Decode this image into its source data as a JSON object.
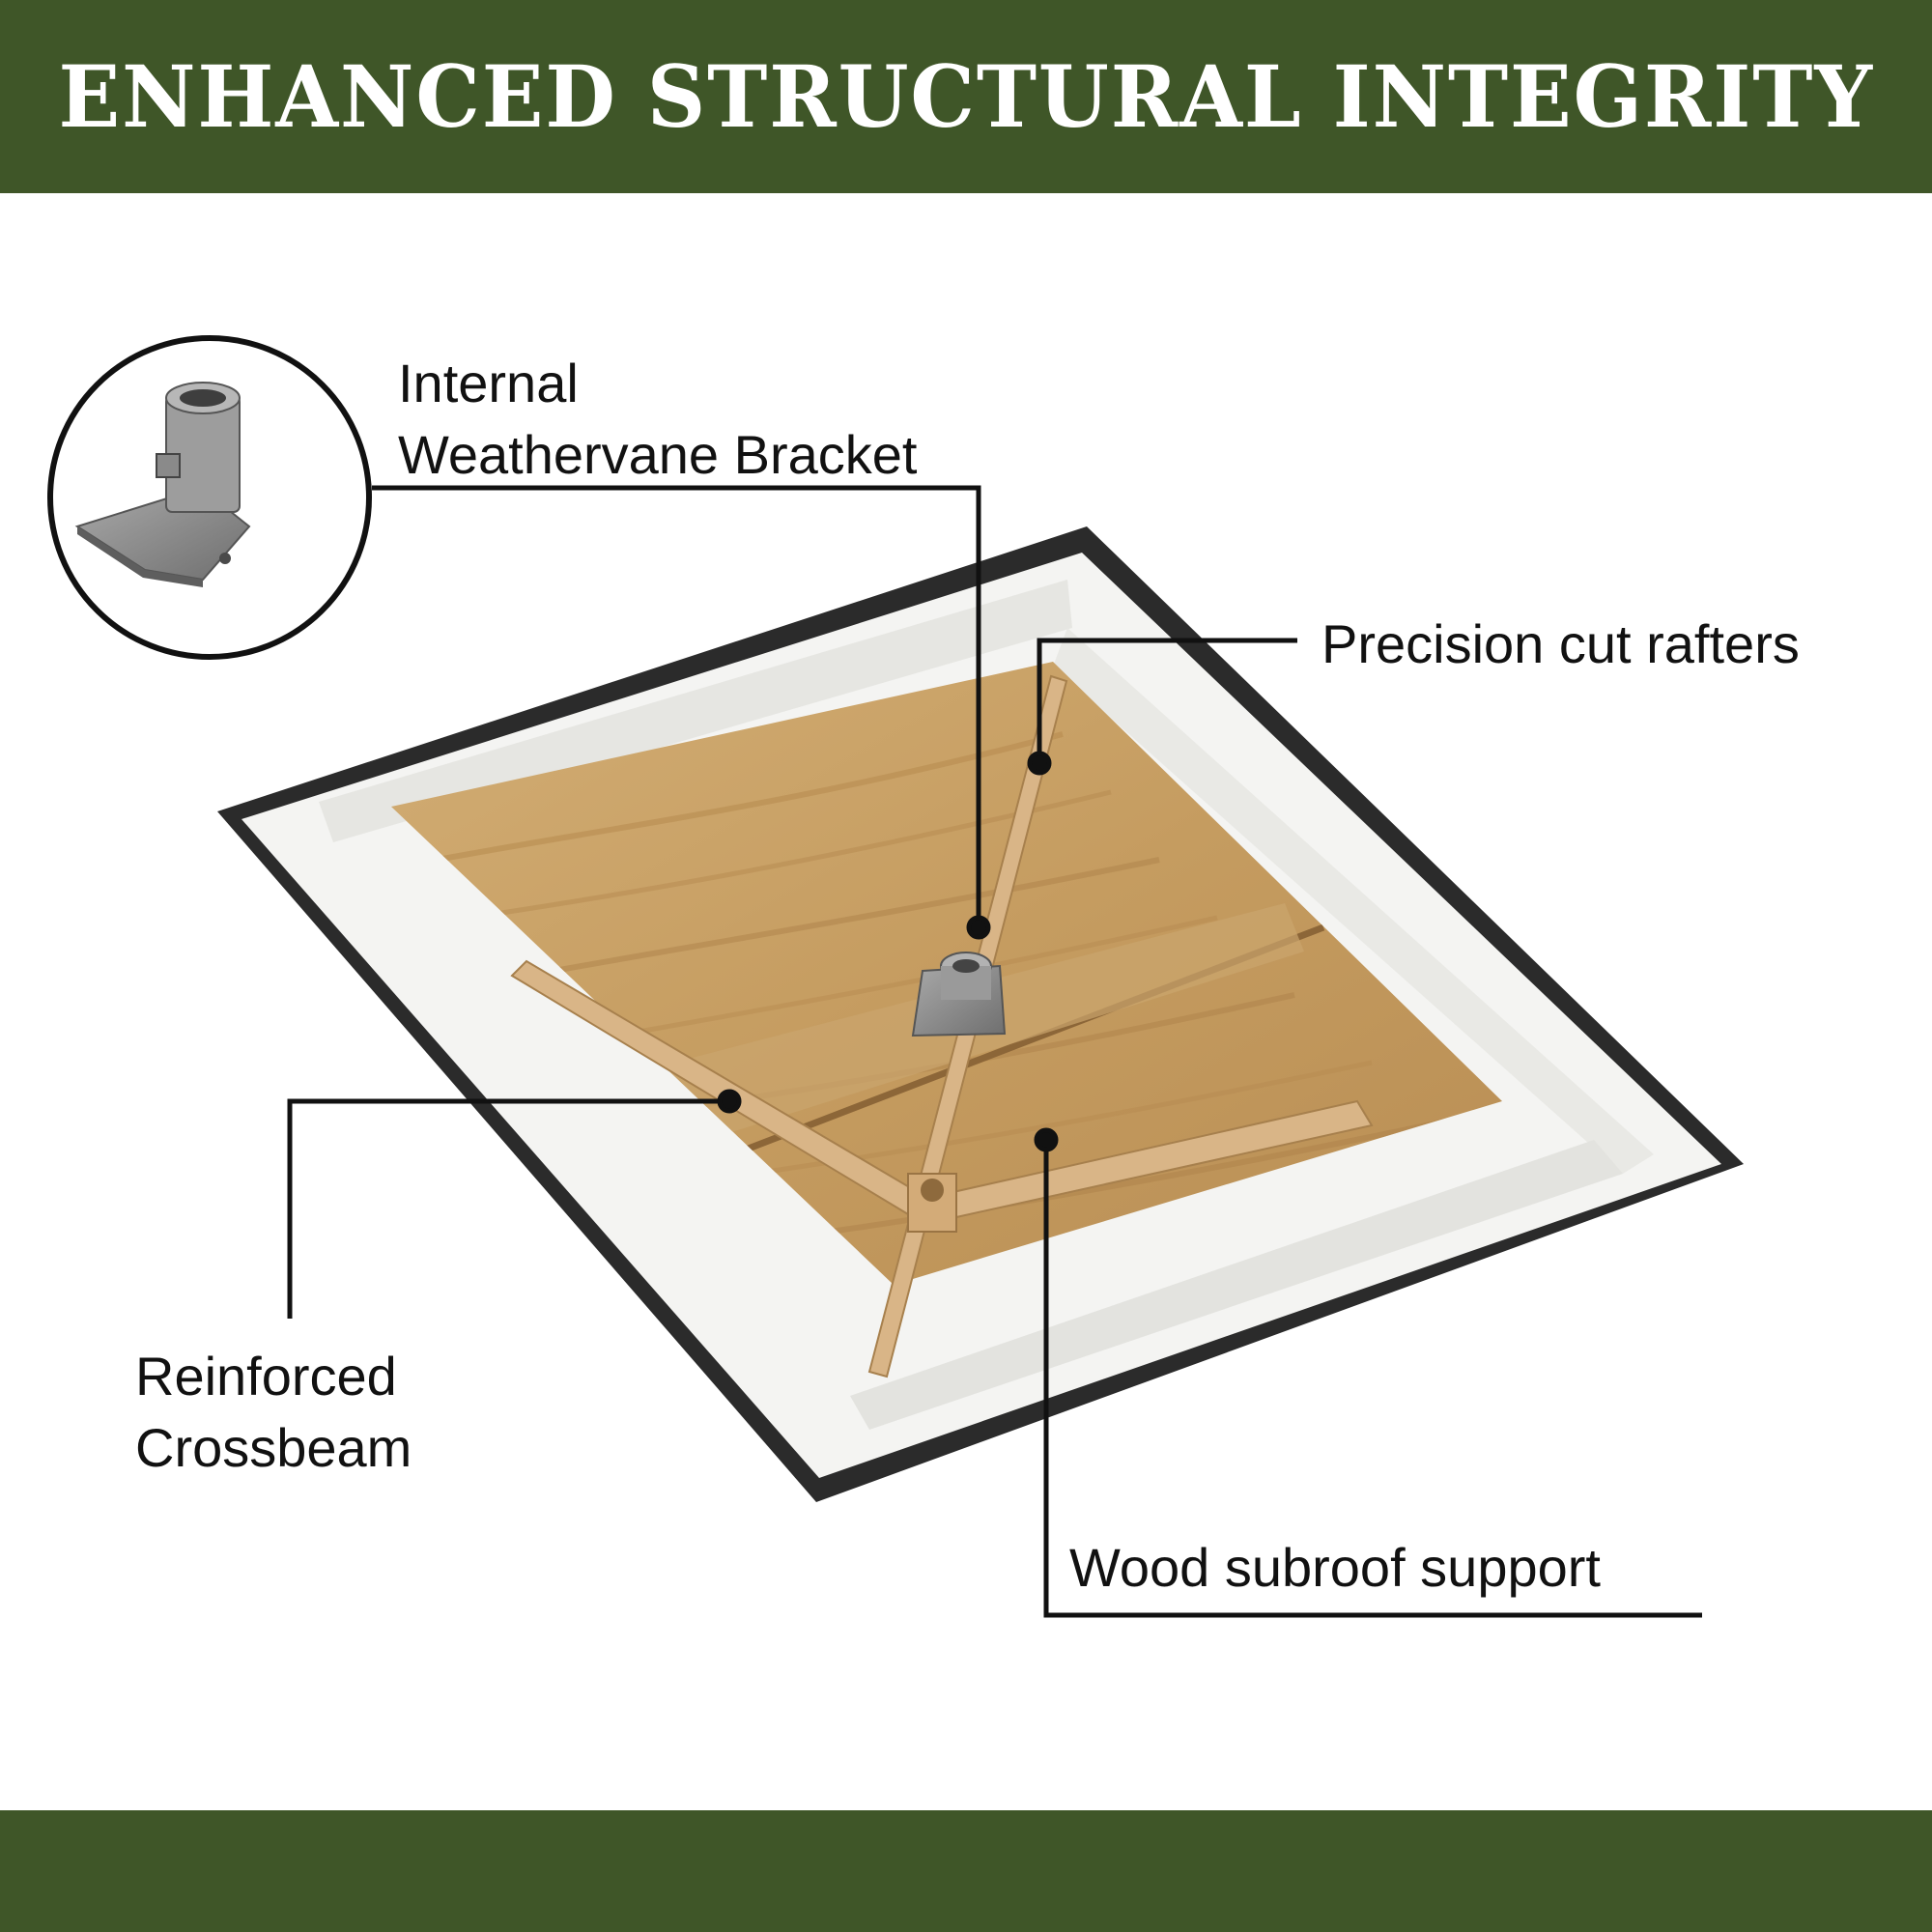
{
  "header": {
    "title": "ENHANCED STRUCTURAL INTEGRITY"
  },
  "callouts": {
    "weathervane_bracket": {
      "line1": "Internal",
      "line2": "Weathervane Bracket"
    },
    "rafters": {
      "label": "Precision cut rafters"
    },
    "crossbeam": {
      "line1": "Reinforced",
      "line2": "Crossbeam"
    },
    "subroof": {
      "label": "Wood subroof support"
    }
  },
  "colors": {
    "banner_green": "#3f5628",
    "frame_black": "#2b2b2b",
    "trim_white": "#f4f4f2",
    "plywood": "#c9a36b",
    "rafter_wood": "#d9b587",
    "bracket_metal": "#8c8c8c"
  },
  "icons": [
    "weathervane-bracket-inset-icon"
  ]
}
